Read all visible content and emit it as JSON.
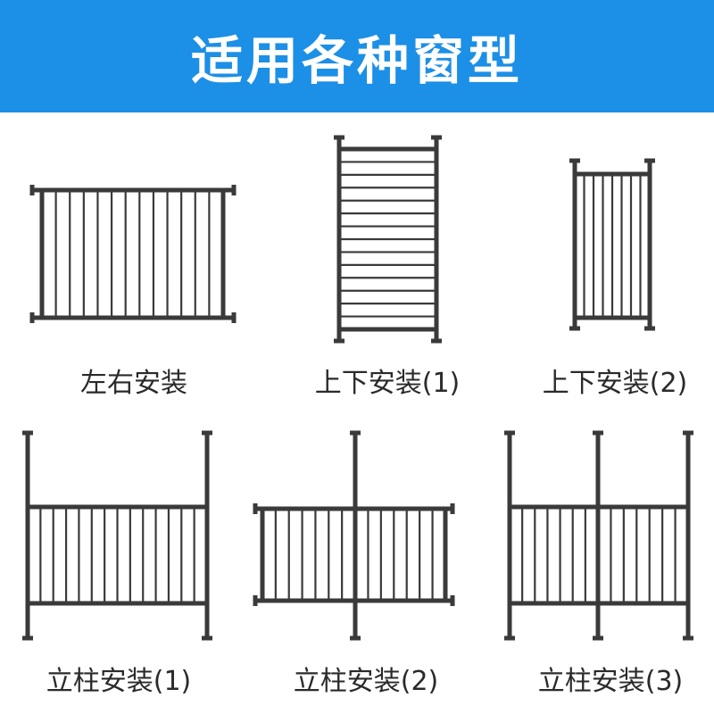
{
  "banner": {
    "title": "适用各种窗型",
    "color": "#1c8fe6"
  },
  "frame_color": "#3a3a3a",
  "window_types": [
    {
      "label": "左右安装",
      "bar_orientation": "vertical"
    },
    {
      "label": "上下安装(1)",
      "bar_orientation": "horizontal"
    },
    {
      "label": "上下安装(2)",
      "bar_orientation": "vertical"
    },
    {
      "label": "立柱安装(1)",
      "bar_orientation": "vertical"
    },
    {
      "label": "立柱安装(2)",
      "bar_orientation": "vertical"
    },
    {
      "label": "立柱安装(3)",
      "bar_orientation": "vertical"
    }
  ]
}
